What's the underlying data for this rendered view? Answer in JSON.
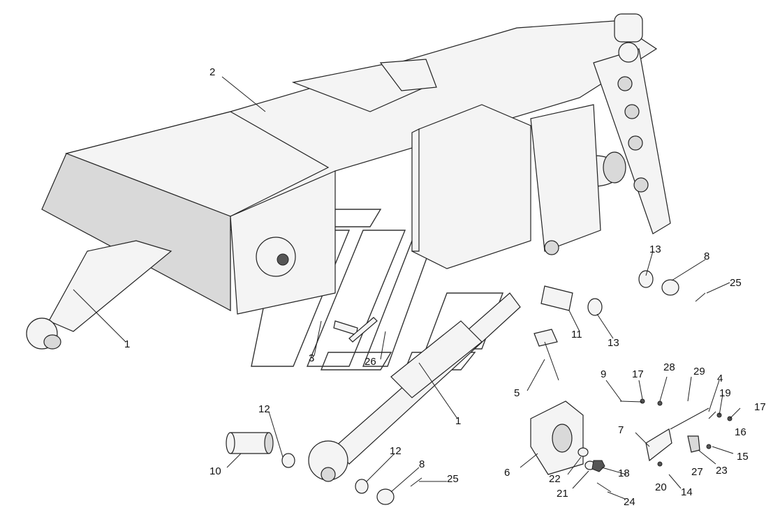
{
  "labels": {
    "1a": "1",
    "1b": "1",
    "2": "2",
    "3": "3",
    "4": "4",
    "5": "5",
    "6": "6",
    "7": "7",
    "8a": "8",
    "8b": "8",
    "9": "9",
    "10": "10",
    "11": "11",
    "12a": "12",
    "12b": "12",
    "13a": "13",
    "13b": "13",
    "14": "14",
    "15": "15",
    "16": "16",
    "17a": "17",
    "17b": "17",
    "18": "18",
    "19": "19",
    "20": "20",
    "21": "21",
    "22": "22",
    "23": "23",
    "24": "24",
    "25a": "25",
    "25b": "25",
    "26": "26",
    "27": "27",
    "28": "28",
    "29": "29"
  }
}
